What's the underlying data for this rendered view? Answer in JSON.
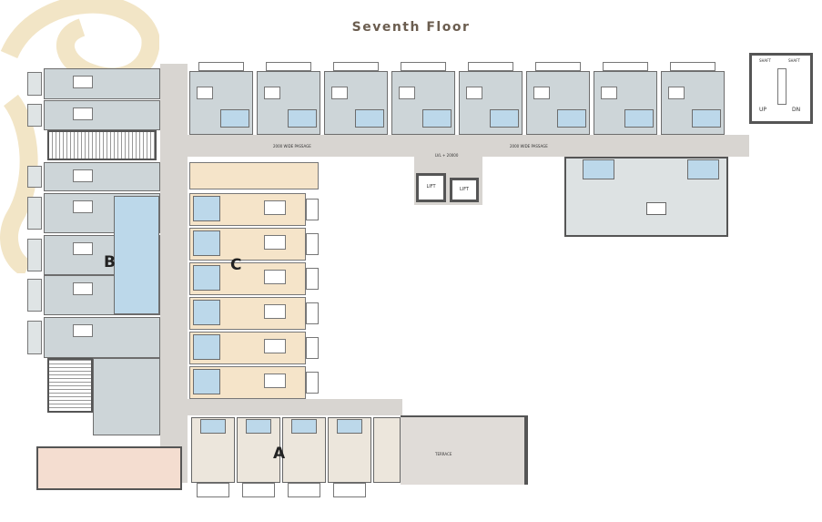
{
  "title": "Seventh Floor",
  "blocks": {
    "a": "A",
    "b": "B",
    "c": "C"
  },
  "labels": {
    "terrace": "TERRACE",
    "lift": "LIFT",
    "shaft": "SHAFT",
    "up": "UP",
    "dn": "DN",
    "passage": "2000 WIDE PASSAGE",
    "level": "LVL + 20000"
  },
  "colors": {
    "watermark": "#f2e5c6",
    "room": "#cdd5d8",
    "peach": "#f5e4c9",
    "bath": "#bcd8ea",
    "passage": "#d8d5d1"
  }
}
